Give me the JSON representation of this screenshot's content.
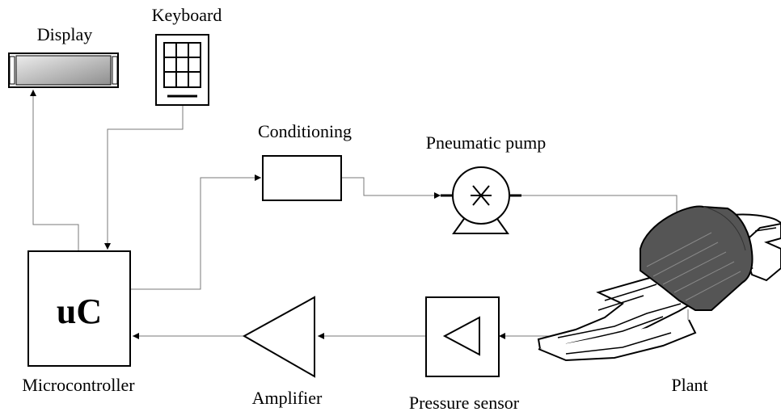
{
  "labels": {
    "display": "Display",
    "keyboard": "Keyboard",
    "conditioning": "Conditioning",
    "pump": "Pneumatic pump",
    "microcontroller_symbol": "uC",
    "microcontroller": "Microcontroller",
    "amplifier": "Amplifier",
    "pressure_sensor": "Pressure sensor",
    "plant": "Plant"
  },
  "colors": {
    "wire": "#7a7a7a",
    "block_stroke": "#000000",
    "cuff_fill": "#555555",
    "display_screen_gradient": [
      "#e6e6e6",
      "#9a9a9a"
    ]
  },
  "icons": {
    "display": "display-icon",
    "keyboard": "keypad-icon",
    "pump": "pump-icon",
    "amplifier": "triangle-amplifier-icon",
    "sensor": "triangle-in-box-icon",
    "plant": "arm-with-cuff-icon"
  }
}
